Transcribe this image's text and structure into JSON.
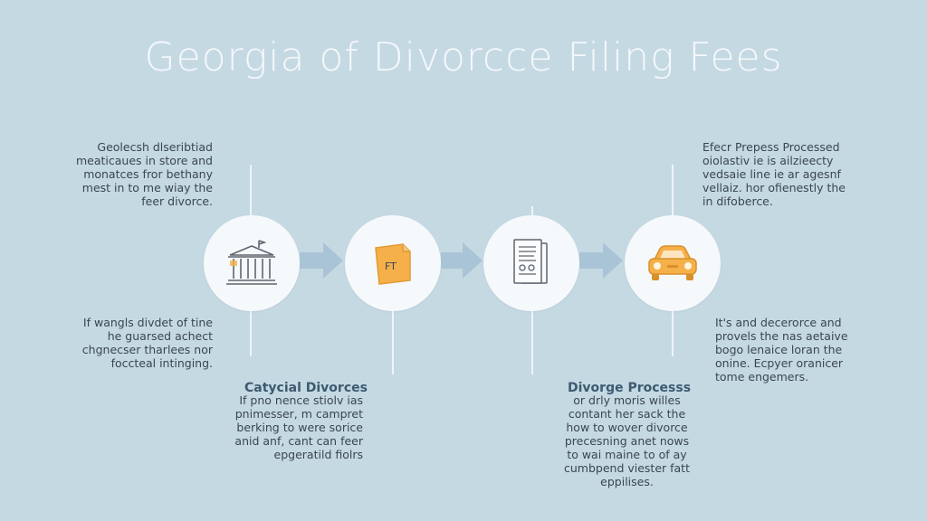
{
  "title": "Georgia of Divorcce Filing Fees",
  "steps": [
    {
      "icon": "courthouse-icon"
    },
    {
      "icon": "fee-document-icon",
      "icon_text": "FT"
    },
    {
      "icon": "filed-papers-icon"
    },
    {
      "icon": "car-icon"
    }
  ],
  "notes": {
    "top_left": [
      "Geolecsh dlseribtiad",
      "meaticaues in store and",
      "monatces fror bethany",
      "mest in to me wiay the",
      "feer divorce."
    ],
    "bottom_left": [
      "If wangls divdet of tine",
      "he guarsed achect",
      "chgnecser tharlees nor",
      "foccteal intinging."
    ],
    "top_right": [
      "Efecr Prepess Processed",
      "oiolastiv ie is ailzieecty",
      "vedsaie line ie ar agesnf",
      "vellaiz. hor ofienestly the",
      "in difoberce."
    ],
    "bottom_right": [
      "It's and decerorce and",
      "provels the nas aetaive",
      "bogo lenaice loran the",
      "onine. Ecpyer oranicer",
      "tome engemers."
    ]
  },
  "sections": [
    {
      "heading": "Catycial Divorces",
      "lines": [
        "If pno nence stiolv ias",
        "pnimesser, m campret",
        "berking to were sorice",
        "anid anf, cant can feer",
        "epgeratild fiolrs"
      ]
    },
    {
      "heading": "Divorge Processs",
      "lines": [
        "or drly moris willes",
        "contant her sack the",
        "how to wover divorce",
        "precesning anet nows",
        "to wai maine to of ay",
        "cumbpend viester fatt",
        "eppilises."
      ]
    }
  ],
  "colors": {
    "background": "#c5d9e3",
    "accent": "#f5b04a",
    "arrow": "#a9c4d6",
    "line": "#eef4f7"
  }
}
